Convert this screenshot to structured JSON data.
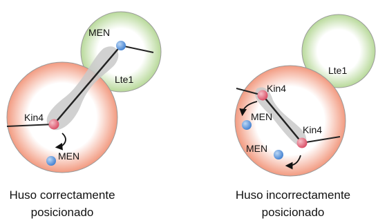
{
  "left_panel": {
    "labels": {
      "men_top": "MEN",
      "lte1": "Lte1",
      "kin4": "Kin4",
      "men_bottom": "MEN"
    },
    "caption": {
      "line1": "Huso correctamente",
      "line2": "posicionado"
    }
  },
  "right_panel": {
    "labels": {
      "kin4_top": "Kin4",
      "men_top": "MEN",
      "kin4_bottom": "Kin4",
      "men_bottom": "MEN",
      "lte1": "Lte1"
    },
    "caption": {
      "line1": "Huso incorrectamente",
      "line2": "posicionado"
    }
  },
  "colors": {
    "mother_cell": "#f29a80",
    "bud_cell": "#b8d99a",
    "spindle_pole_body": "#d94b63",
    "men_protein": "#3f7fd0",
    "spindle": "#c9c9c9",
    "outline": "#8a8a8a"
  }
}
